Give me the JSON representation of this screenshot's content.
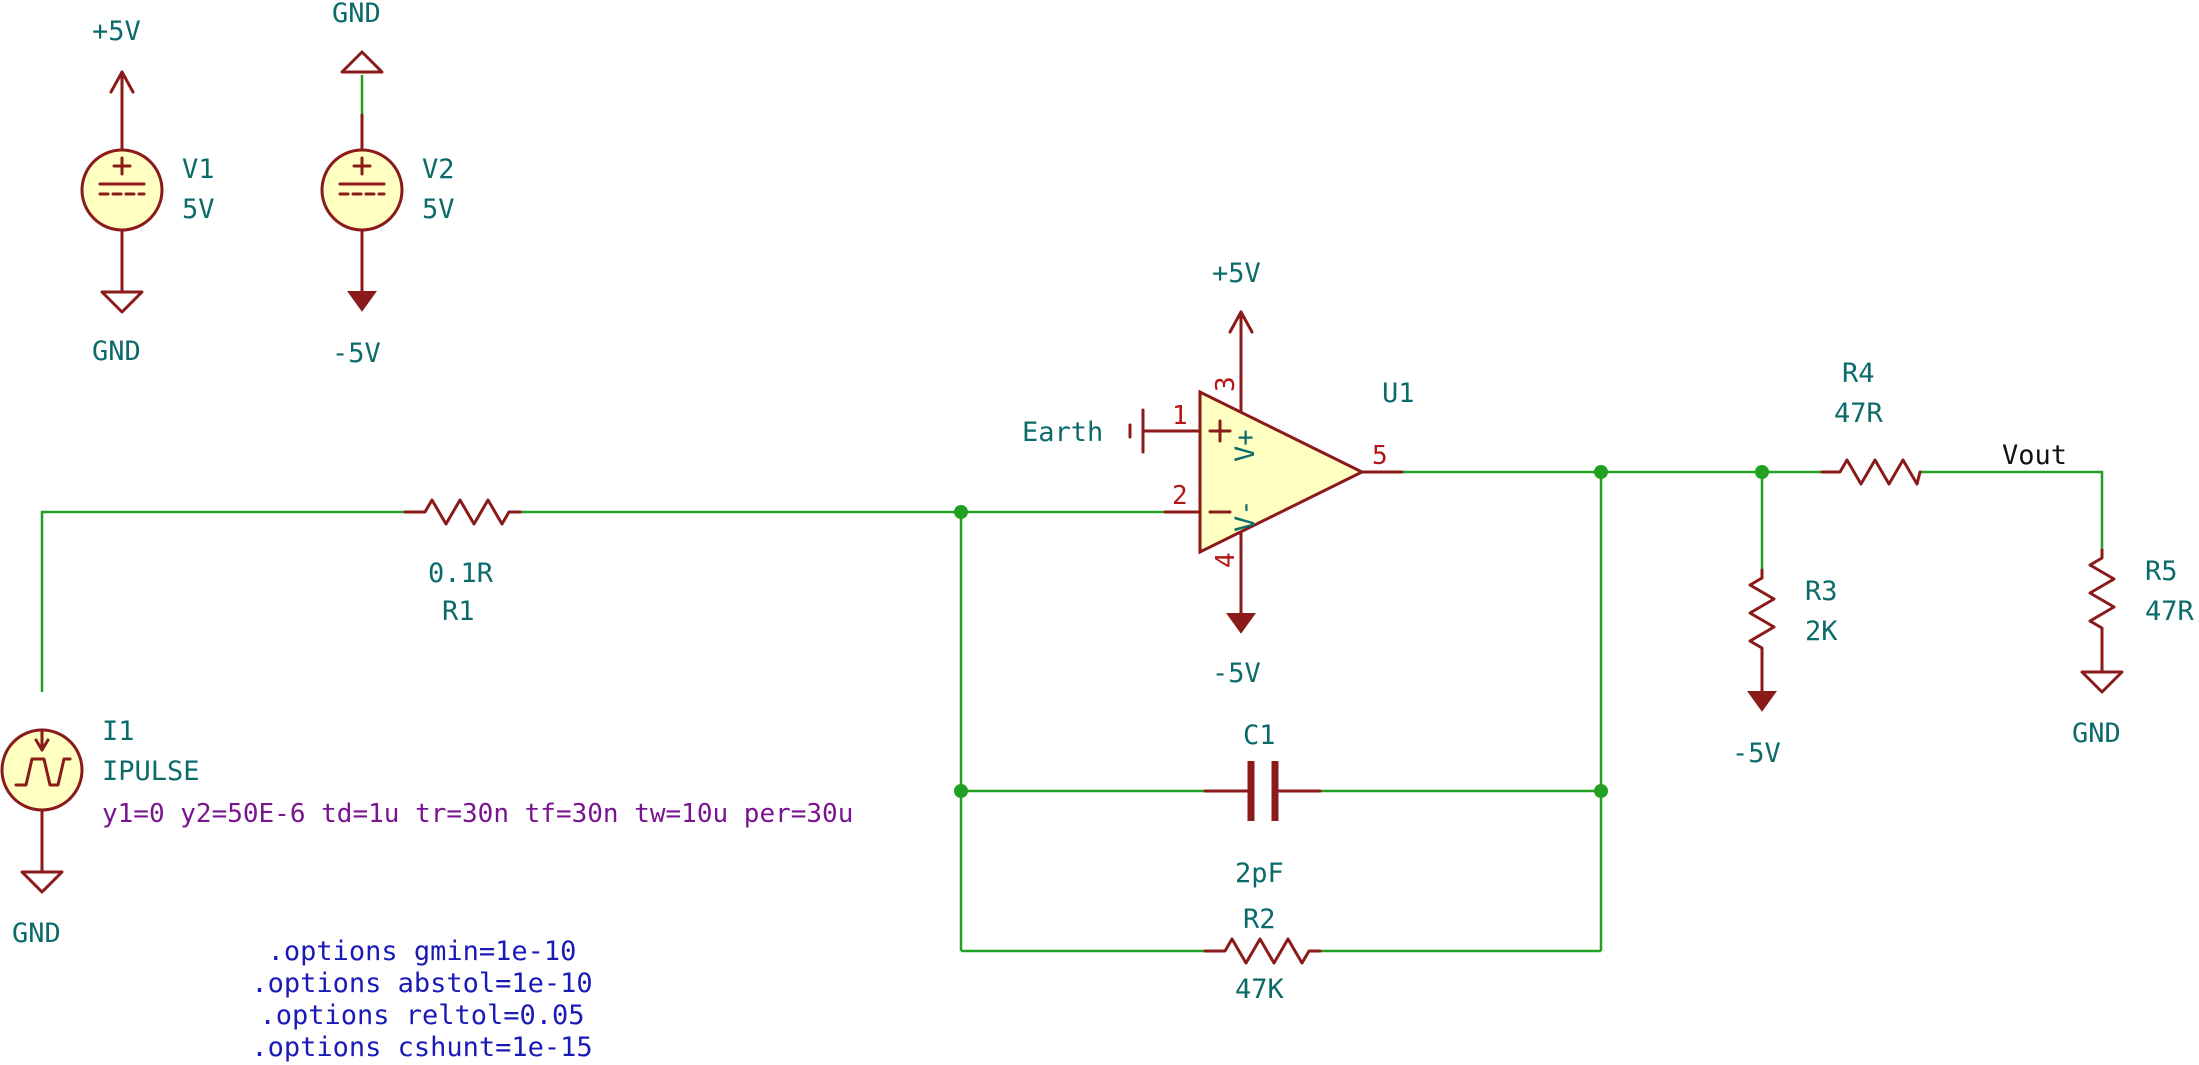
{
  "power": {
    "v1_top": "+5V",
    "v2_top": "GND",
    "v1_bottom": "GND",
    "v2_bottom": "-5V",
    "opamp_top": "+5V",
    "opamp_bottom": "-5V",
    "r3_bottom": "-5V",
    "r5_bottom": "GND",
    "i1_bottom": "GND",
    "earth": "Earth"
  },
  "components": {
    "v1": {
      "ref": "V1",
      "value": "5V"
    },
    "v2": {
      "ref": "V2",
      "value": "5V"
    },
    "u1": {
      "ref": "U1",
      "pins": {
        "p1": "1",
        "p2": "2",
        "p3": "3",
        "p4": "4",
        "p5": "5"
      },
      "vplus": "V+",
      "vminus": "V-"
    },
    "r1": {
      "ref": "R1",
      "value": "0.1R"
    },
    "r2": {
      "ref": "R2",
      "value": "47K"
    },
    "r3": {
      "ref": "R3",
      "value": "2K"
    },
    "r4": {
      "ref": "R4",
      "value": "47R"
    },
    "r5": {
      "ref": "R5",
      "value": "47R"
    },
    "c1": {
      "ref": "C1",
      "value": "2pF"
    },
    "i1": {
      "ref": "I1",
      "value": "IPULSE",
      "params": "y1=0 y2=50E-6 td=1u tr=30n tf=30n tw=10u per=30u"
    }
  },
  "nets": {
    "vout": "Vout"
  },
  "options": [
    ".options gmin=1e-10",
    ".options abstol=1e-10",
    ".options reltol=0.05",
    ".options cshunt=1e-15"
  ]
}
